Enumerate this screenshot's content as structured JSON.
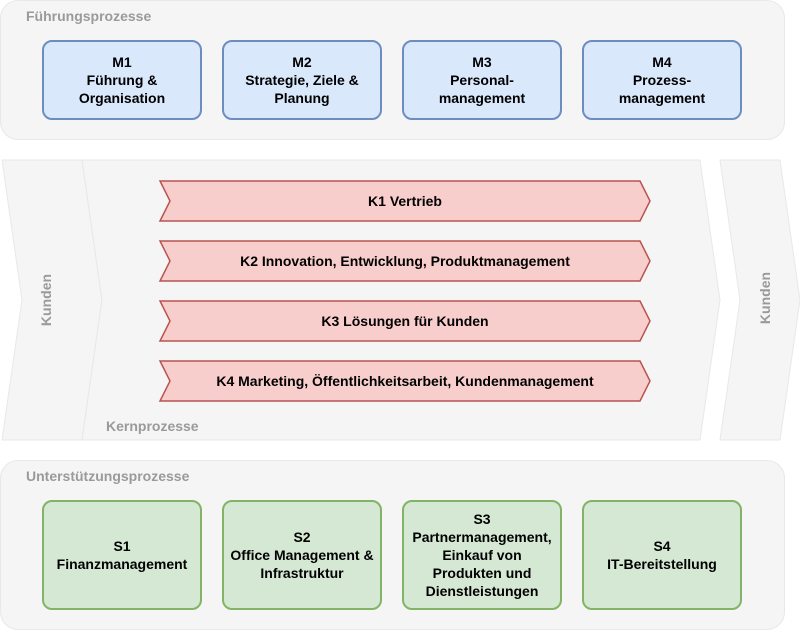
{
  "management": {
    "title": "Führungsprozesse",
    "items": [
      {
        "code": "M1",
        "label": "Führung &\nOrganisation"
      },
      {
        "code": "M2",
        "label": "Strategie, Ziele &\nPlanung"
      },
      {
        "code": "M3",
        "label": "Personal-\nmanagement"
      },
      {
        "code": "M4",
        "label": "Prozess-\nmanagement"
      }
    ]
  },
  "core": {
    "title": "Kernprozesse",
    "customer_left": "Kunden",
    "customer_right": "Kunden",
    "items": [
      {
        "label": "K1 Vertrieb"
      },
      {
        "label": "K2 Innovation, Entwicklung, Produktmanagement"
      },
      {
        "label": "K3 Lösungen für Kunden"
      },
      {
        "label": "K4 Marketing, Öffentlichkeitsarbeit, Kundenmanagement"
      }
    ]
  },
  "support": {
    "title": "Unterstützungsprozesse",
    "items": [
      {
        "code": "S1",
        "label": "Finanzmanagement"
      },
      {
        "code": "S2",
        "label": "Office Management &\nInfrastruktur"
      },
      {
        "code": "S3",
        "label": "Partnermanagement,\nEinkauf von\nProdukten und\nDienstleistungen"
      },
      {
        "code": "S4",
        "label": "IT-Bereitstellung"
      }
    ]
  },
  "colors": {
    "management_fill": "#dae8fc",
    "management_stroke": "#6c8ebf",
    "core_fill": "#f8cecc",
    "core_stroke": "#b85450",
    "support_fill": "#d5e8d4",
    "support_stroke": "#82b366",
    "panel_fill": "#f5f5f5"
  }
}
